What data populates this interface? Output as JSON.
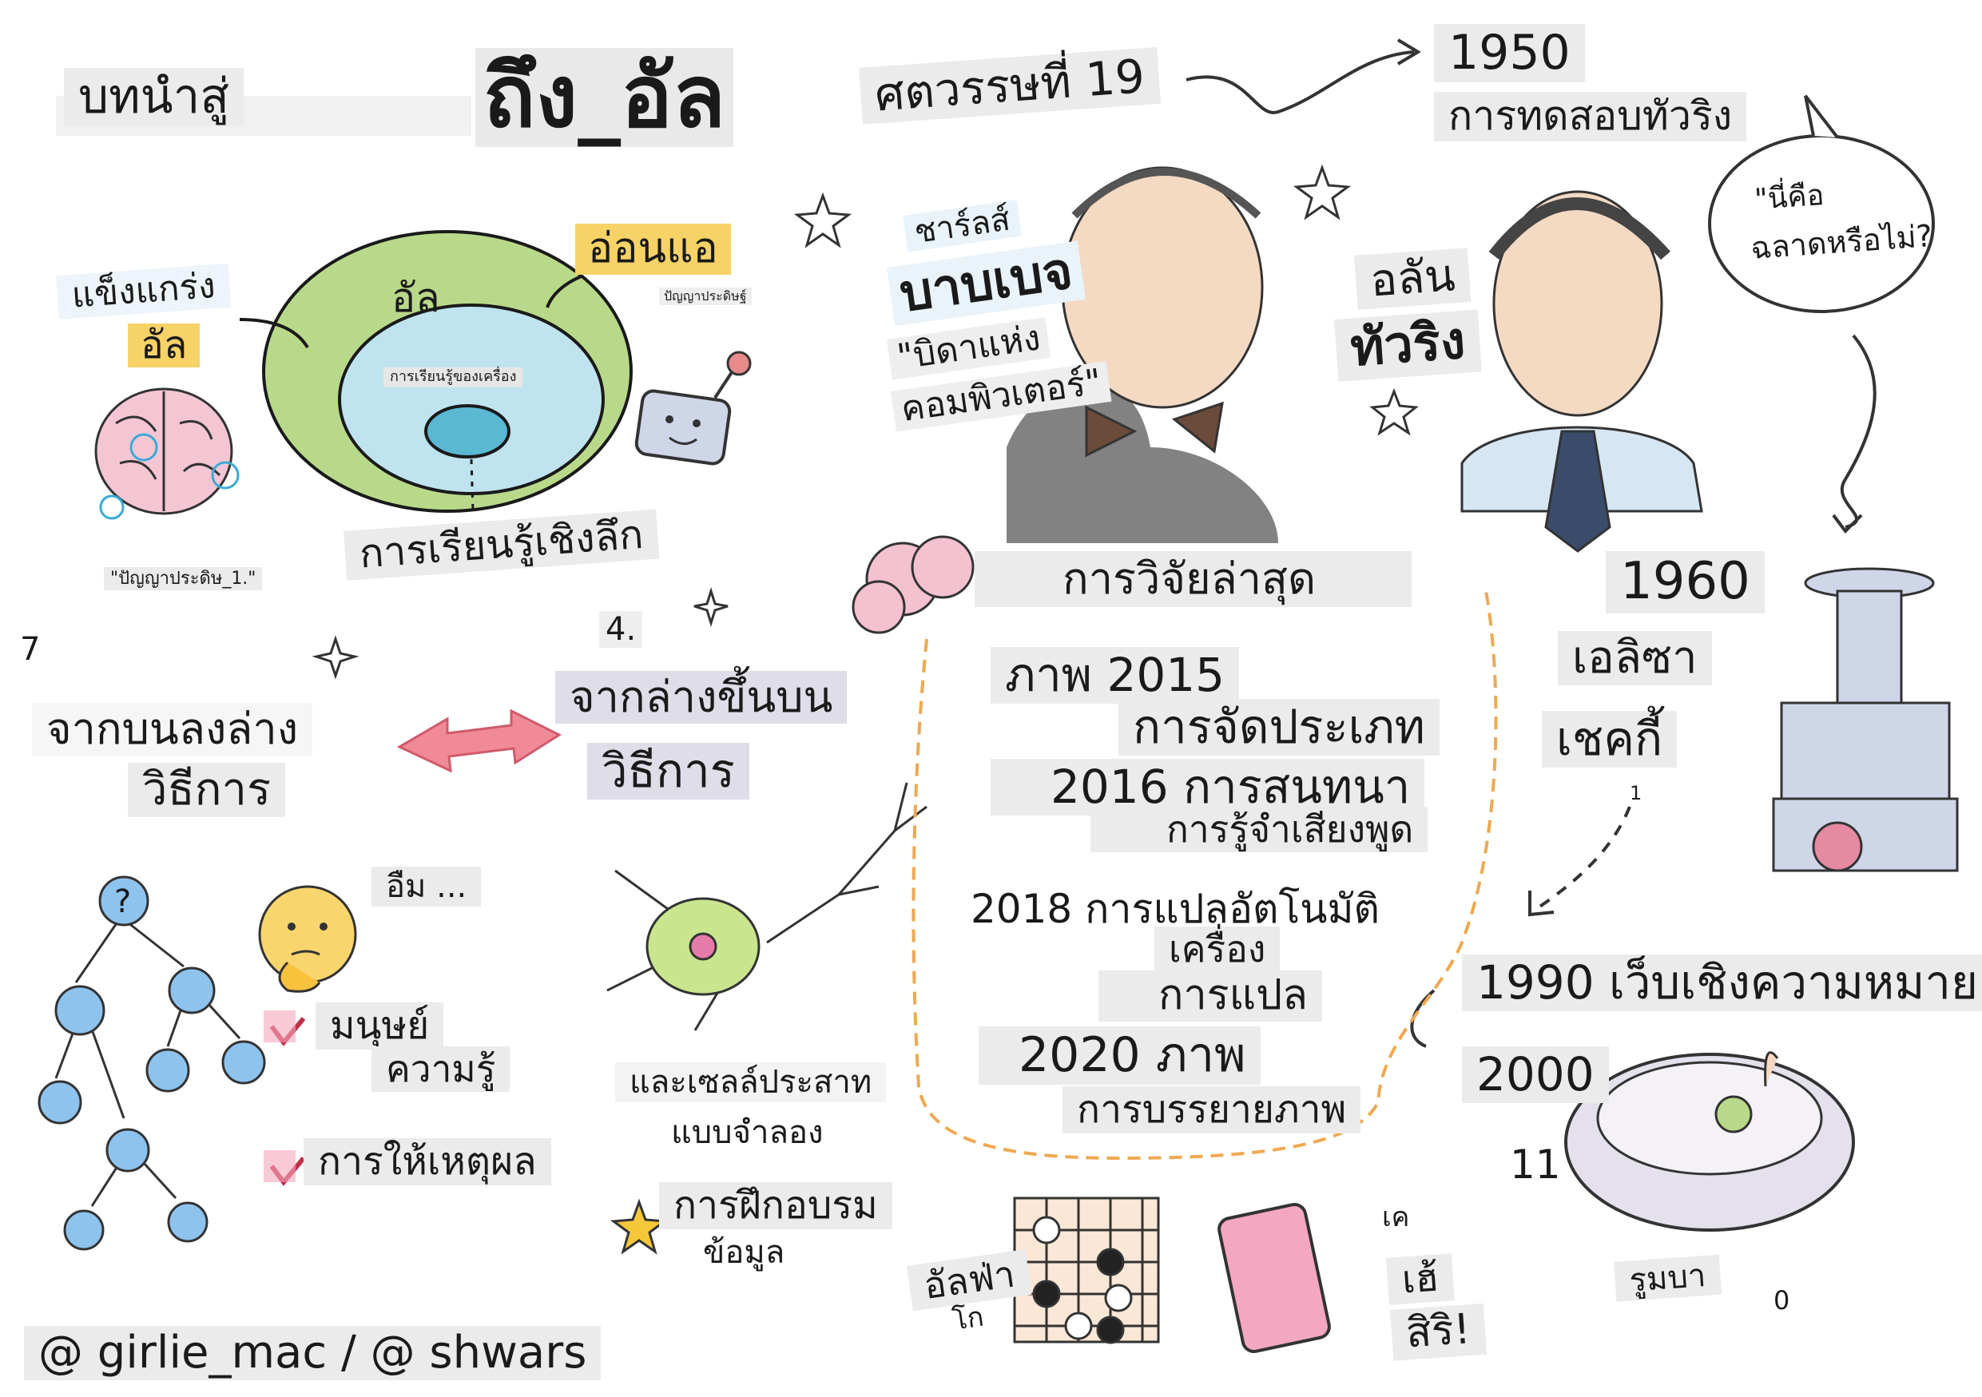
{
  "title": {
    "prefix": "บทนำสู่",
    "main": "ถึง_อัล"
  },
  "venn": {
    "strong_line1": "แข็งแกร่ง",
    "strong_line2": "อัล",
    "weak_main": "อ่อนแอ",
    "weak_sub": "ปัญญาประดิษฐ์",
    "outer_label": "อัล",
    "ml_label": "การเรียนรู้ของเครื่อง",
    "deep_learning": "การเรียนรู้เชิงลึก",
    "brain_caption": "\"ปัญญาประดิษ_1.\""
  },
  "approaches": {
    "mark_7": "7",
    "mark_4": "4.",
    "top_down_line1": "จากบนลงล่าง",
    "top_down_line2": "วิธีการ",
    "bottom_up_line1": "จากล่างขึ้นบน",
    "bottom_up_line2": "วิธีการ",
    "hmm": "อืม ...",
    "human": "มนุษย์",
    "knowledge": "ความรู้",
    "reasoning": "การให้เหตุผล",
    "neurons_line1": "และเซลล์ประสาท",
    "neurons_line2": "แบบจำลอง",
    "training_line1": "การฝึกอบรม",
    "training_line2": "ข้อมูล"
  },
  "history": {
    "century": "ศตวรรษที่ 19",
    "babbage_line1": "ชาร์ลส์",
    "babbage_line2": "บาบเบจ",
    "babbage_line3": "\"บิดาแห่ง",
    "babbage_line4": "คอมพิวเตอร์\"",
    "year_1950": "1950",
    "turing_test": "การทดสอบทัวริง",
    "alan": "อลัน",
    "turing": "ทัวริง",
    "is_it_1": "\"นี่คือ",
    "is_it_2": "ฉลาดหรือไม่?",
    "year_1960": "1960",
    "eliza": "เอลิซา",
    "shakey": "เชคกี้",
    "mark_1": "1",
    "year_1990": "1990 เว็บเชิงความหมาย",
    "year_2000": "2000",
    "mark_11": "11",
    "roomba": "รูมบา"
  },
  "research": {
    "header": "การวิจัยล่าสุด",
    "r2015a": "ภาพ 2015",
    "r2015b": "การจัดประเภท",
    "r2016a": "2016 การสนทนา",
    "r2016b": "การรู้จำเสียงพูด",
    "r2018a": "2018 การแปลอัตโนมัติ",
    "r2018b": "เครื่อง",
    "r2018c": "การแปล",
    "r2020a": "2020 ภาพ",
    "r2020b": "การบรรยายภาพ"
  },
  "bottom": {
    "alphago_1": "อัลฟ่า",
    "alphago_2": "โก",
    "hey_1": "เฮ้",
    "hey_2": "สิริ!",
    "ke": "เค",
    "o_mark": "0",
    "credit": "@ girlie_mac / @ shwars"
  }
}
